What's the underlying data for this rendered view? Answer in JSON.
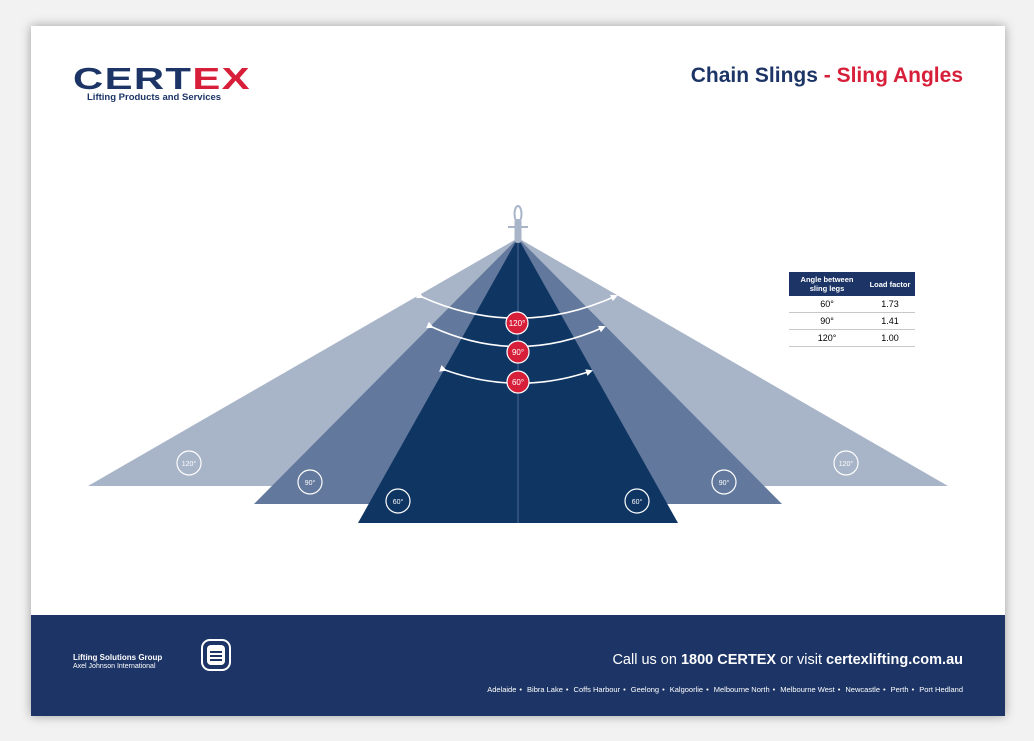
{
  "brand": {
    "logo_part1": "CERT",
    "logo_part2": "EX",
    "tagline": "Lifting Products and Services"
  },
  "title": {
    "part1": "Chain Slings",
    "separator": " - ",
    "part2": "Sling Angles"
  },
  "colors": {
    "navy": "#1d3566",
    "red": "#d71f3a",
    "angle_60": "#0f3563",
    "angle_90": "#62789c",
    "angle_120": "#a8b4c8"
  },
  "diagram": {
    "angles": [
      {
        "deg": 120,
        "label": "120°"
      },
      {
        "deg": 90,
        "label": "90°"
      },
      {
        "deg": 60,
        "label": "60°"
      }
    ],
    "badges": [
      "120°",
      "90°",
      "60°"
    ]
  },
  "table": {
    "headers": [
      "Angle between sling legs",
      "Load factor"
    ],
    "rows": [
      {
        "angle": "60°",
        "factor": "1.73"
      },
      {
        "angle": "90°",
        "factor": "1.41"
      },
      {
        "angle": "120°",
        "factor": "1.00"
      }
    ]
  },
  "footer": {
    "group_name": "Lifting Solutions Group",
    "group_sub": "Axel Johnson International",
    "call_prefix": "Call us on ",
    "phone": "1800 CERTEX",
    "call_mid": " or visit ",
    "website": "certexlifting.com.au",
    "locations": [
      "Adelaide",
      "Bibra Lake",
      "Coffs Harbour",
      "Geelong",
      "Kalgoorlie",
      "Melbourne North",
      "Melbourne West",
      "Newcastle",
      "Perth",
      "Port Hedland"
    ]
  }
}
